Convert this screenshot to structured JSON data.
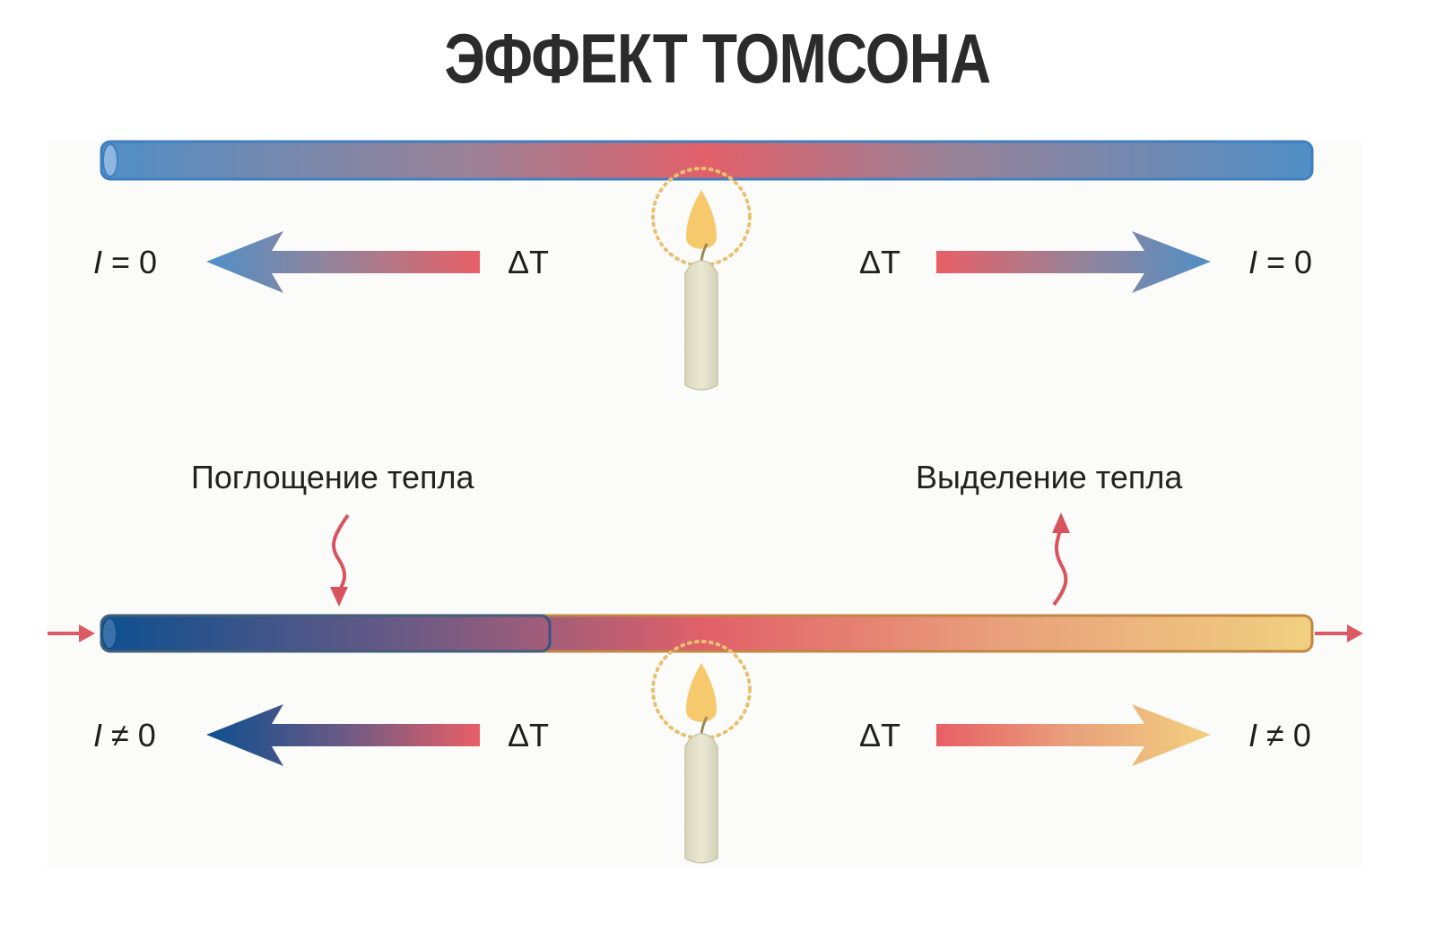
{
  "title": "ЭФФЕКТ ТОМСОНА",
  "top_section": {
    "rod": {
      "gradient": [
        "#4f8fc6",
        "#e0606a",
        "#4f8fc6"
      ],
      "state": "no current"
    },
    "left_arrow": {
      "start_label": "ΔT",
      "end_label_var": "I",
      "end_label_rest": " = 0"
    },
    "right_arrow": {
      "start_label": "ΔT",
      "end_label_var": "I",
      "end_label_rest": " = 0"
    },
    "heat_source": "candle-icon"
  },
  "bottom_section": {
    "rod": {
      "gradient": [
        "#0d4f8f",
        "#e0606a",
        "#f0d080"
      ],
      "state": "current flowing"
    },
    "absorb_caption": "Поглощение тепла",
    "release_caption": "Выделение тепла",
    "left_arrow": {
      "start_label": "ΔT",
      "end_label_var": "I",
      "end_label_rest": " ≠ 0"
    },
    "right_arrow": {
      "start_label": "ΔT",
      "end_label_var": "I",
      "end_label_rest": " ≠ 0"
    },
    "heat_source": "candle-icon",
    "current_in": "current-in-arrow-icon",
    "current_out": "current-out-arrow-icon"
  },
  "colors": {
    "cold_blue": "#4f8fc6",
    "deep_blue": "#0d4f8f",
    "hot_red": "#e0606a",
    "warm_yellow": "#f0d080",
    "heat_arrow": "#d9535e",
    "flame": "#f6c96c",
    "candle_wax": "#e4e2c8"
  }
}
